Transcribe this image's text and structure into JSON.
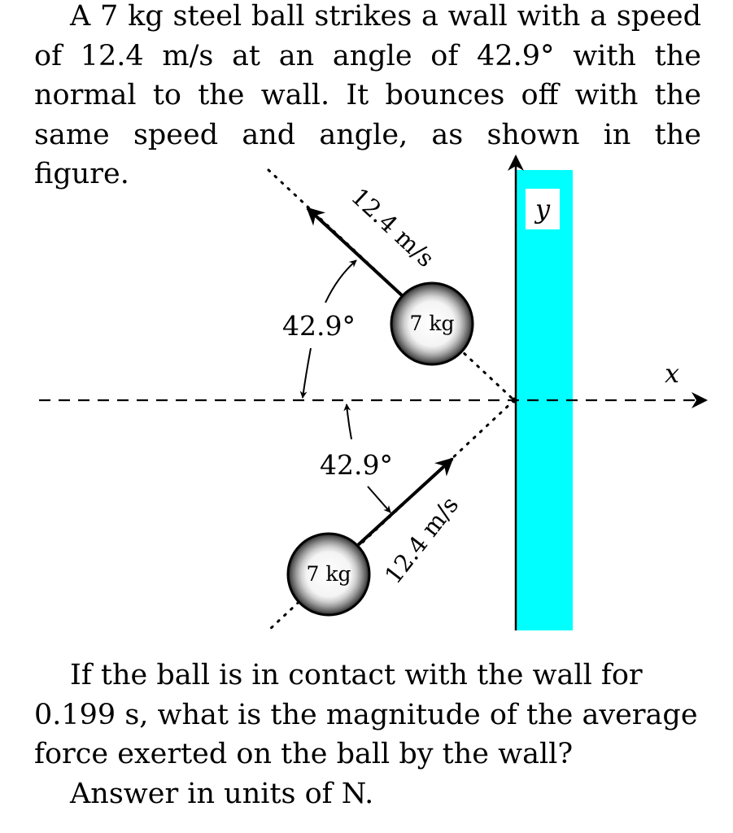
{
  "problem": {
    "intro_lines": [
      "A 7 kg steel ball strikes a wall with a speed",
      "of 12.4 m/s at an angle of 42.9° with the",
      "normal to the wall.  It bounces off with the",
      "same speed and angle, as shown in the figure."
    ],
    "question_lines": [
      "If the ball is in contact with the wall for",
      "0.199 s, what is the magnitude of the average",
      "force exerted on the ball by the wall?"
    ],
    "answer_prompt": "Answer in units of  N."
  },
  "figure": {
    "y_axis_label": "y",
    "x_axis_label": "x",
    "upper_ball_label": "7 kg",
    "lower_ball_label": "7 kg",
    "upper_speed_label": "12.4 m/s",
    "lower_speed_label": "12.4 m/s",
    "upper_angle_label": "42.9°",
    "lower_angle_label": "42.9°",
    "wall_color": "#00ffff"
  }
}
